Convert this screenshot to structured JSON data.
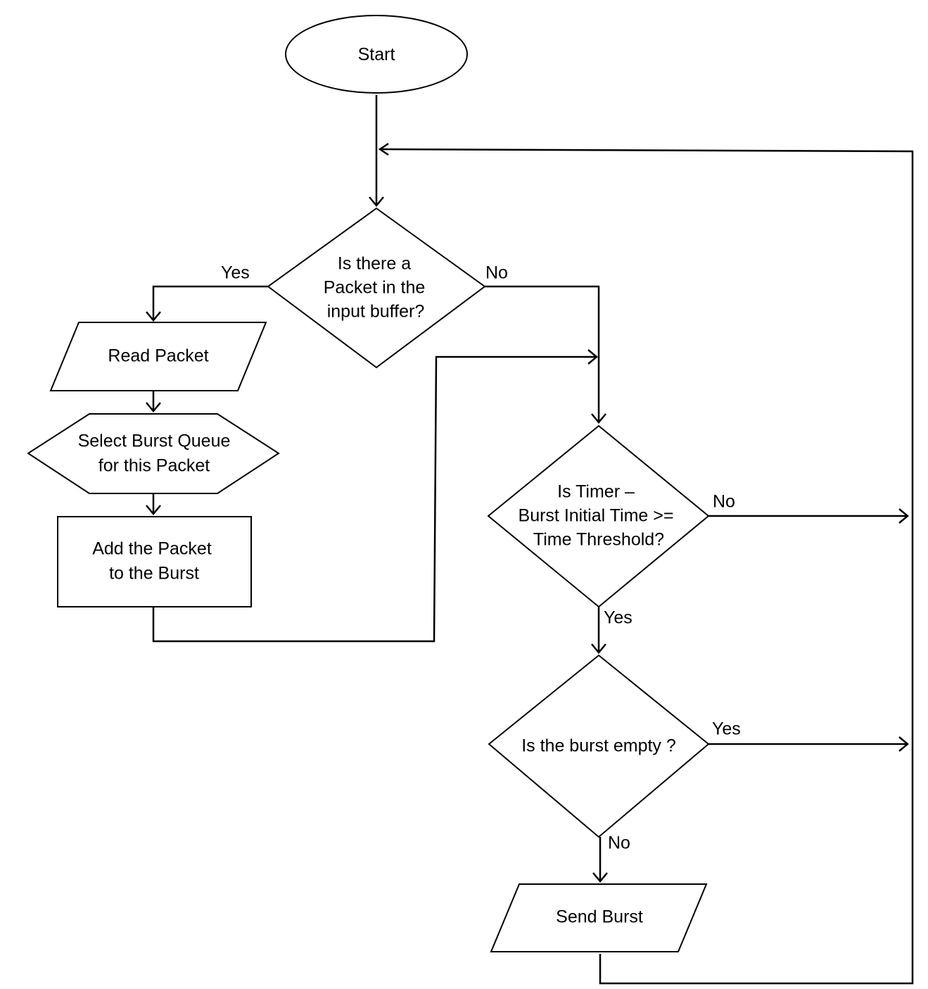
{
  "flowchart": {
    "start": {
      "label": "Start"
    },
    "decision_packet": {
      "lines": [
        "Is there a",
        "Packet in the",
        "input buffer?"
      ]
    },
    "read_packet": {
      "label": "Read Packet"
    },
    "select_queue": {
      "lines": [
        "Select Burst Queue",
        "for this Packet"
      ]
    },
    "add_packet": {
      "lines": [
        "Add the Packet",
        "to the Burst"
      ]
    },
    "decision_timer": {
      "lines": [
        "Is Timer –",
        "Burst Initial Time >=",
        "Time Threshold?"
      ]
    },
    "decision_empty": {
      "label": "Is the burst empty ?"
    },
    "send_burst": {
      "label": "Send Burst"
    },
    "edge_labels": {
      "packet_yes": "Yes",
      "packet_no": "No",
      "timer_no": "No",
      "timer_yes": "Yes",
      "empty_yes": "Yes",
      "empty_no": "No"
    }
  }
}
